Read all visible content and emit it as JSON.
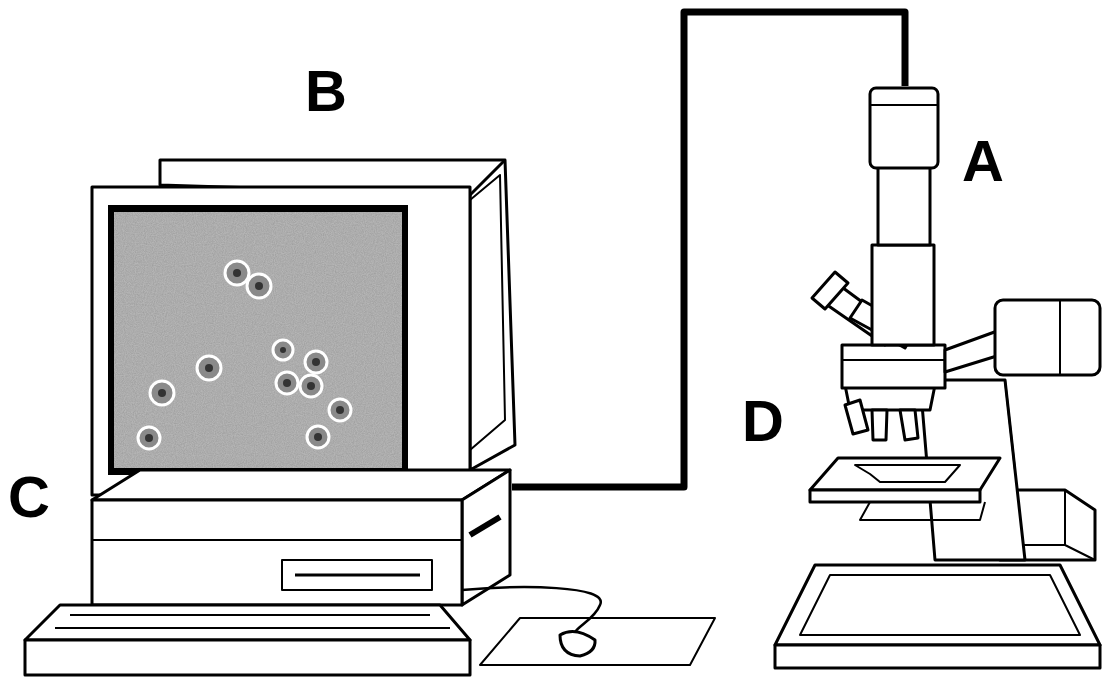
{
  "diagram": {
    "labels": [
      "B",
      "A",
      "D",
      "C"
    ]
  }
}
